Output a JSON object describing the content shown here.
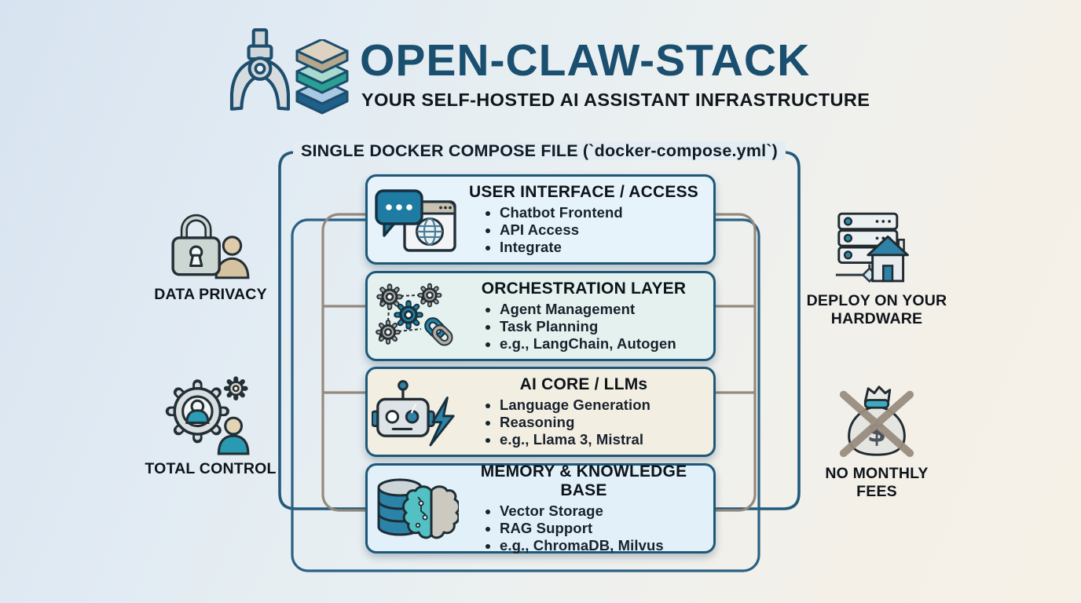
{
  "header": {
    "title": "OPEN-CLAW-STACK",
    "subtitle": "YOUR SELF-HOSTED AI ASSISTANT INFRASTRUCTURE",
    "icons": [
      "claw-icon",
      "stack-layers-icon"
    ]
  },
  "compose_frame": {
    "label": "SINGLE DOCKER COMPOSE FILE (`docker-compose.yml`)"
  },
  "stack_boxes": [
    {
      "title": "USER INTERFACE / ACCESS",
      "bullets": [
        "Chatbot Frontend",
        "API Access",
        "Integrate"
      ],
      "icon": "chat-browser-icon"
    },
    {
      "title": "ORCHESTRATION LAYER",
      "bullets": [
        "Agent Management",
        "Task Planning",
        "e.g., LangChain, Autogen"
      ],
      "icon": "gears-chain-icon"
    },
    {
      "title": "AI CORE / LLMs",
      "bullets": [
        "Language Generation",
        "Reasoning",
        "e.g., Llama 3, Mistral"
      ],
      "icon": "robot-bolt-icon"
    },
    {
      "title": "MEMORY & KNOWLEDGE BASE",
      "bullets": [
        "Vector Storage",
        "RAG Support",
        "e.g., ChromaDB, Milvus"
      ],
      "icon": "database-brain-icon"
    }
  ],
  "side_features": {
    "left": [
      {
        "label": "DATA PRIVACY",
        "icon": "lock-person-icon"
      },
      {
        "label": "TOTAL CONTROL",
        "icon": "gear-person-icon"
      }
    ],
    "right": [
      {
        "label": "DEPLOY ON YOUR HARDWARE",
        "icon": "server-house-icon"
      },
      {
        "label": "NO MONTHLY FEES",
        "icon": "money-bag-crossed-icon"
      }
    ]
  },
  "colors": {
    "frame_blue": "#235a7c",
    "rail_gray": "#94897c",
    "accent_teal": "#2580a6",
    "title_blue": "#1a4f70",
    "text_dark": "#10181f",
    "box_ui_bg": "#e7f3fa",
    "box_orchestration_bg": "#e4f1ee",
    "box_ai_bg": "#f3eee2",
    "box_memory_bg": "#e2f0f9"
  }
}
